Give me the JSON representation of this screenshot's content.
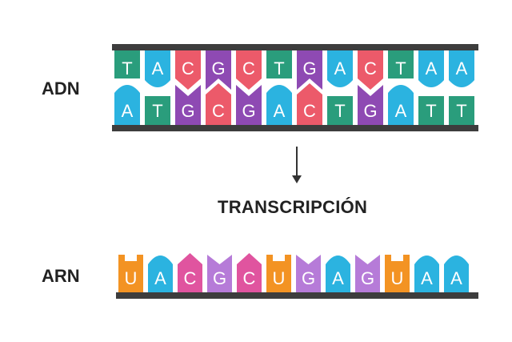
{
  "labels": {
    "dna": "ADN",
    "rna": "ARN",
    "process": "TRANSCRIPCIÓN"
  },
  "colors": {
    "backbone": "#3d3d3d",
    "letter": "#ffffff",
    "A": "#2bb3e0",
    "T": "#2a9d7c",
    "G": "#8e4ab3",
    "C": "#ec5a6a",
    "U": "#f39323",
    "rnaA": "#2bb3e0",
    "rnaG": "#b67bd8",
    "rnaC": "#e0549f",
    "rnaU": "#f39323"
  },
  "dna": {
    "top_strand": [
      "T",
      "A",
      "C",
      "G",
      "C",
      "T",
      "G",
      "A",
      "C",
      "T",
      "A",
      "A"
    ],
    "bottom_strand": [
      "A",
      "T",
      "G",
      "C",
      "G",
      "A",
      "C",
      "T",
      "G",
      "A",
      "T",
      "T"
    ]
  },
  "rna": {
    "strand": [
      "U",
      "A",
      "C",
      "G",
      "C",
      "U",
      "G",
      "A",
      "G",
      "U",
      "A",
      "A"
    ]
  }
}
